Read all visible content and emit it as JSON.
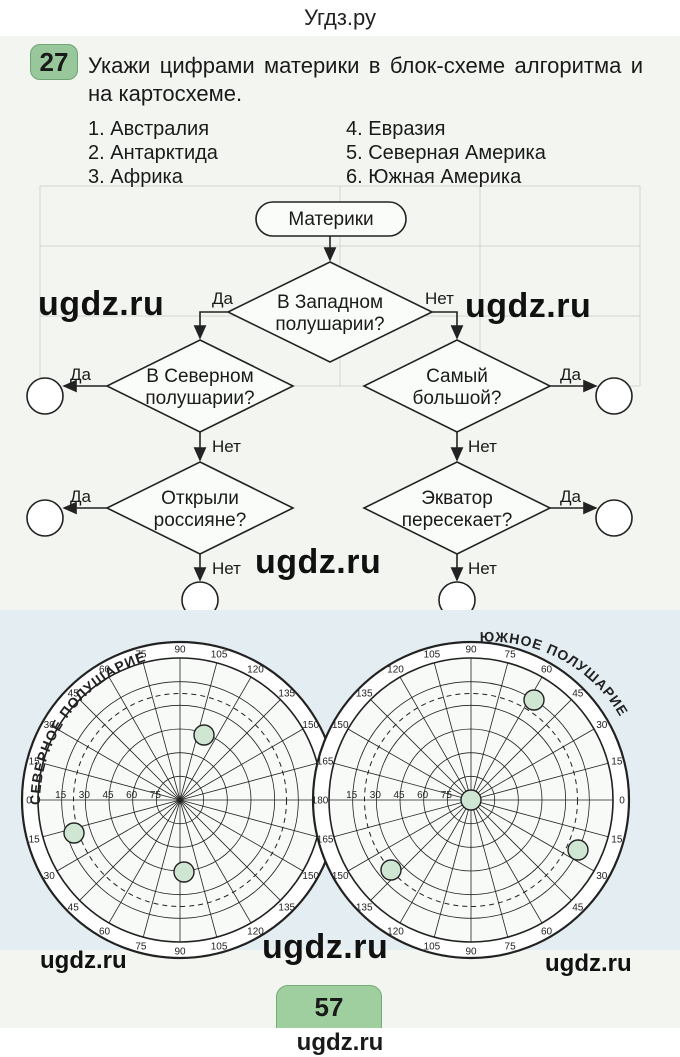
{
  "site": {
    "top": "Угдз.ру",
    "bottom": "ugdz.ru"
  },
  "task": {
    "number": "27",
    "text": "Укажи цифрами материки в блок-схеме алгоритма и на картосхеме.",
    "items": [
      "1. Австралия",
      "2. Антарктида",
      "3. Африка",
      "4. Евразия",
      "5. Северная Америка",
      "6. Южная Америка"
    ]
  },
  "flowchart": {
    "start": "Материки",
    "q1": [
      "В Западном",
      "полушарии?"
    ],
    "q2": [
      "В Северном",
      "полушарии?"
    ],
    "q3": [
      "Открыли",
      "россияне?"
    ],
    "q4": [
      "Самый",
      "большой?"
    ],
    "q5": [
      "Экватор",
      "пересекает?"
    ],
    "yes": "Да",
    "no": "Нет"
  },
  "maps": {
    "north_title": "СЕВЕРНОЕ ПОЛУШАРИЕ",
    "south_title": "ЮЖНОЕ ПОЛУШАРИЕ",
    "north_labels": [
      "0",
      "15",
      "30",
      "45",
      "60",
      "75",
      "90",
      "105",
      "120",
      "135",
      "150",
      "165",
      "180",
      "165",
      "150",
      "135",
      "120",
      "105",
      "90",
      "75",
      "60",
      "45",
      "30",
      "15"
    ],
    "south_labels": [
      "180",
      "165",
      "150",
      "135",
      "120",
      "105",
      "90",
      "75",
      "60",
      "45",
      "30",
      "15",
      "0",
      "15",
      "30",
      "45",
      "60",
      "75",
      "90",
      "105",
      "120",
      "135",
      "150",
      "165"
    ],
    "lat_labels": [
      "15",
      "30",
      "45",
      "60",
      "75"
    ]
  },
  "watermarks": [
    "ugdz.ru",
    "ugdz.ru",
    "ugdz.ru",
    "ugdz.ru",
    "ugdz.ru",
    "ugdz.ru"
  ],
  "page_number": "57",
  "colors": {
    "accent_green": "#97c79b",
    "circle_fill": "#cfe6d3",
    "stroke": "#222222"
  }
}
